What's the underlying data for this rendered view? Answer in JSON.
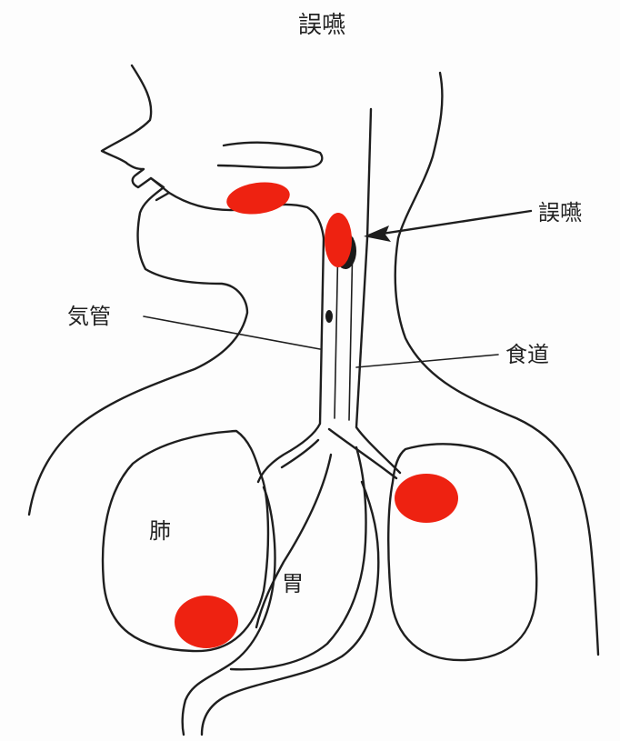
{
  "title": "誤嚥",
  "labels": {
    "aspiration": "誤嚥",
    "trachea": "気管",
    "esophagus": "食道",
    "lung": "肺",
    "stomach": "胃"
  },
  "colors": {
    "highlight": "#ee2211",
    "ink": "#1e1e1e",
    "dark_spot": "#1a1a1a"
  }
}
